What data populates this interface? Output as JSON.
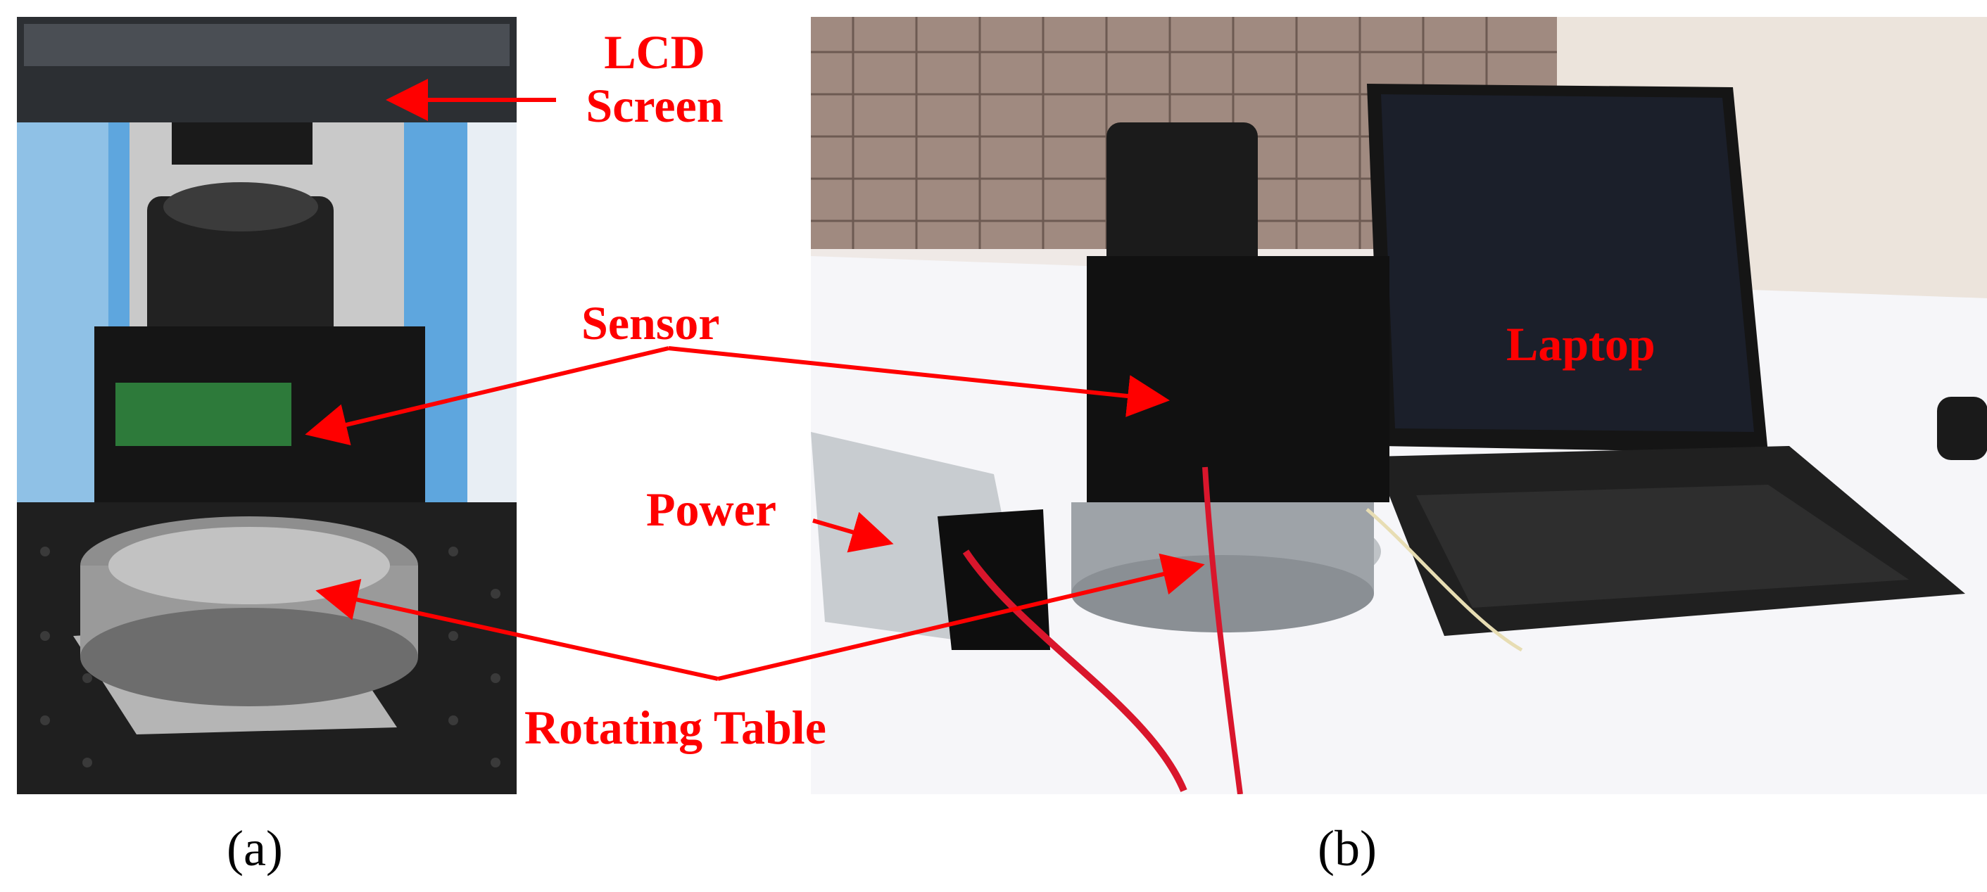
{
  "figure": {
    "panel_a": {
      "caption": "(a)",
      "labels": {
        "lcd_line1": "LCD",
        "lcd_line2": "Screen"
      }
    },
    "panel_b": {
      "caption": "(b)",
      "labels": {
        "laptop": "Laptop",
        "power": "Power"
      }
    },
    "shared_labels": {
      "sensor": "Sensor",
      "rotating_table": "Rotating Table"
    },
    "colors": {
      "annotation": "#ff0000",
      "caption": "#000000",
      "background": "#ffffff"
    }
  }
}
